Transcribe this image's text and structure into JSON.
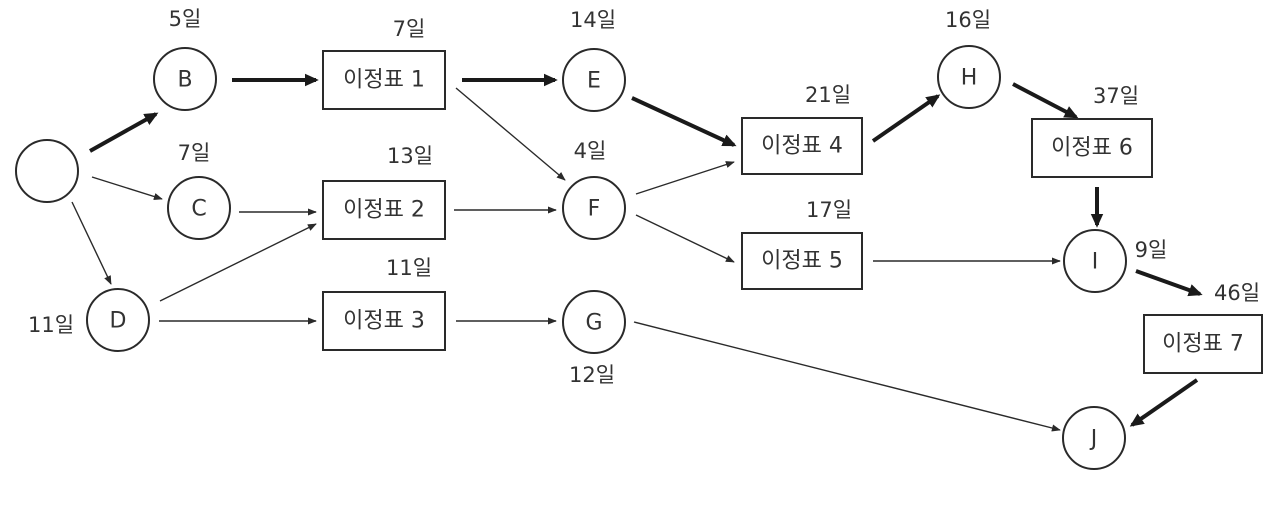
{
  "nodes": {
    "start": {
      "label": "",
      "duration": ""
    },
    "B": {
      "label": "B",
      "duration": "5일"
    },
    "C": {
      "label": "C",
      "duration": "7일"
    },
    "D": {
      "label": "D",
      "duration": "11일"
    },
    "E": {
      "label": "E",
      "duration": "14일"
    },
    "F": {
      "label": "F",
      "duration": "4일"
    },
    "G": {
      "label": "G",
      "duration": "12일"
    },
    "H": {
      "label": "H",
      "duration": "16일"
    },
    "I": {
      "label": "I",
      "duration": "9일"
    },
    "J": {
      "label": "J",
      "duration": ""
    }
  },
  "milestones": {
    "m1": {
      "label": "이정표 1",
      "duration": "7일"
    },
    "m2": {
      "label": "이정표 2",
      "duration": "13일"
    },
    "m3": {
      "label": "이정표 3",
      "duration": "11일"
    },
    "m4": {
      "label": "이정표 4",
      "duration": "21일"
    },
    "m5": {
      "label": "이정표 5",
      "duration": "17일"
    },
    "m6": {
      "label": "이정표 6",
      "duration": "37일"
    },
    "m7": {
      "label": "이정표 7",
      "duration": "46일"
    }
  },
  "edges": [
    {
      "from": "start",
      "to": "B",
      "critical": true
    },
    {
      "from": "start",
      "to": "C",
      "critical": false
    },
    {
      "from": "start",
      "to": "D",
      "critical": false
    },
    {
      "from": "B",
      "to": "m1",
      "critical": true
    },
    {
      "from": "C",
      "to": "m2",
      "critical": false
    },
    {
      "from": "D",
      "to": "m2",
      "critical": false
    },
    {
      "from": "D",
      "to": "m3",
      "critical": false
    },
    {
      "from": "m1",
      "to": "E",
      "critical": true
    },
    {
      "from": "m1",
      "to": "F",
      "critical": false
    },
    {
      "from": "m2",
      "to": "F",
      "critical": false
    },
    {
      "from": "m3",
      "to": "G",
      "critical": false
    },
    {
      "from": "E",
      "to": "m4",
      "critical": true
    },
    {
      "from": "F",
      "to": "m4",
      "critical": false
    },
    {
      "from": "F",
      "to": "m5",
      "critical": false
    },
    {
      "from": "m4",
      "to": "H",
      "critical": true
    },
    {
      "from": "H",
      "to": "m6",
      "critical": true
    },
    {
      "from": "m6",
      "to": "I",
      "critical": true
    },
    {
      "from": "m5",
      "to": "I",
      "critical": false
    },
    {
      "from": "I",
      "to": "m7",
      "critical": true
    },
    {
      "from": "m7",
      "to": "J",
      "critical": true
    },
    {
      "from": "G",
      "to": "J",
      "critical": false
    }
  ]
}
